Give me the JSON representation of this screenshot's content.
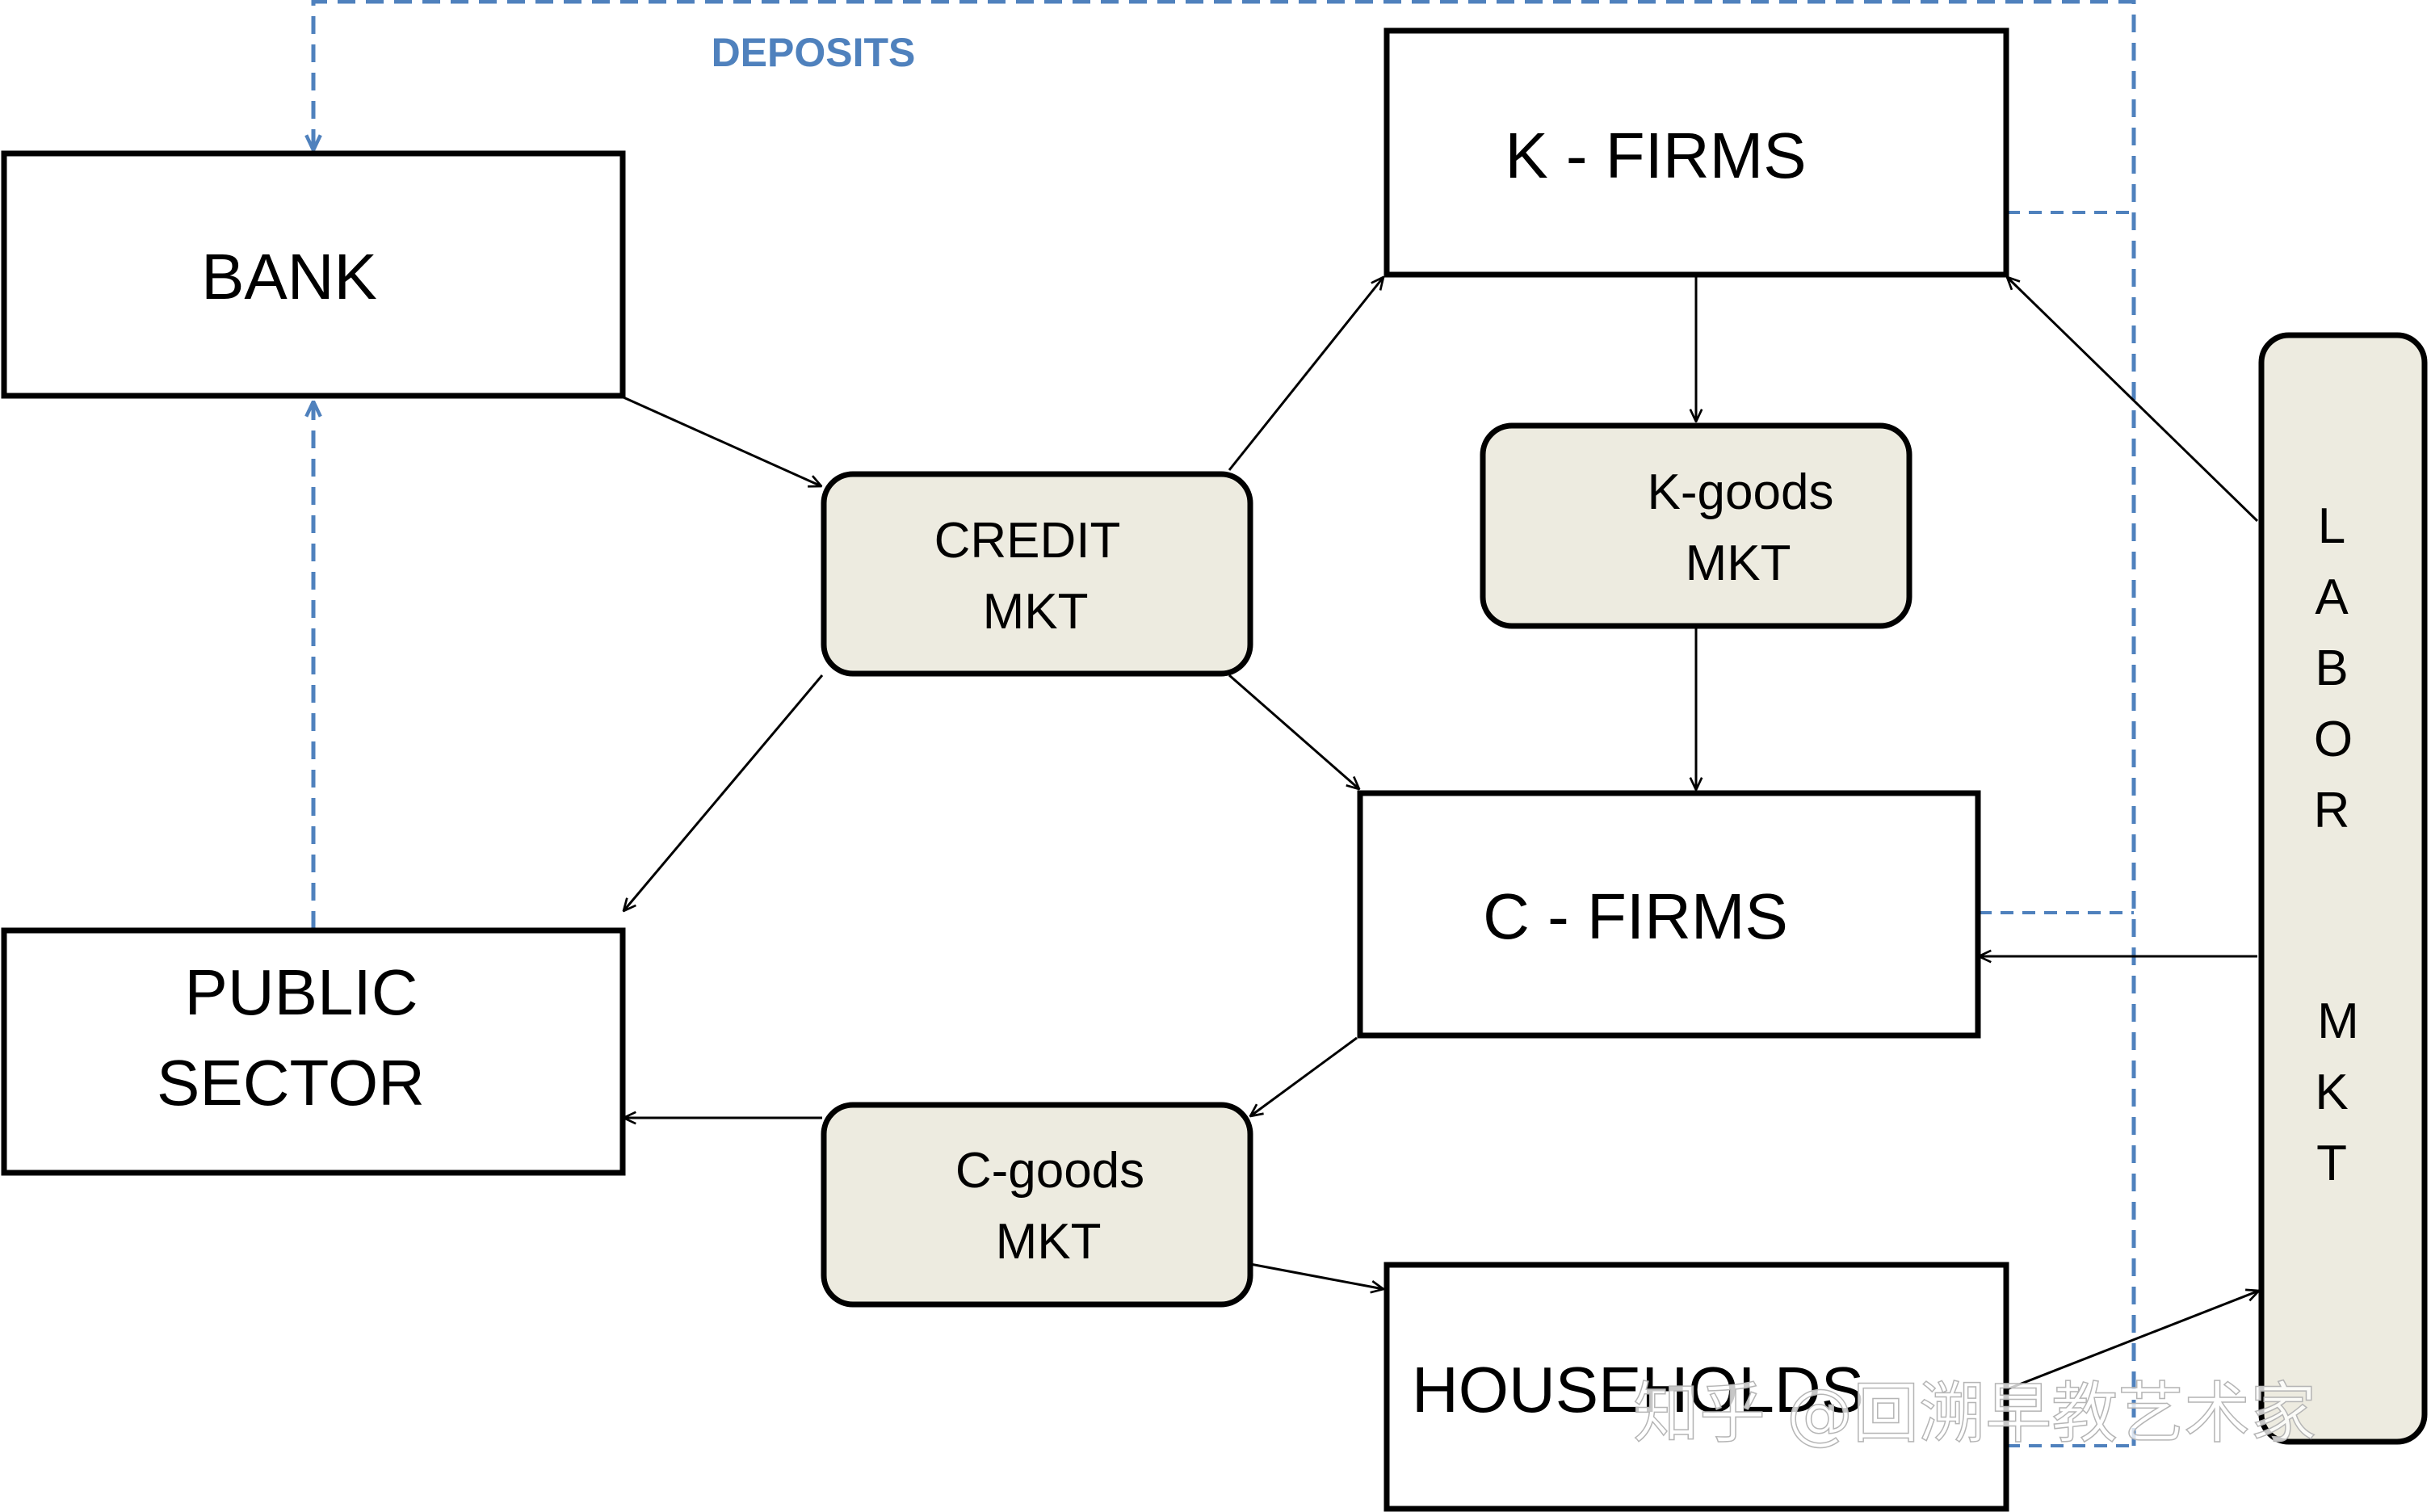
{
  "nodes": {
    "bank": "BANK",
    "k_firms": "K - FIRMS",
    "credit_mkt": [
      "CREDIT",
      "MKT"
    ],
    "k_goods_mkt": [
      "K-goods",
      "MKT"
    ],
    "c_firms": "C - FIRMS",
    "public_sector": [
      "PUBLIC",
      "SECTOR"
    ],
    "c_goods_mkt": [
      "C-goods",
      "MKT"
    ],
    "households": "HOUSEHOLDS",
    "labor_mkt": [
      "L",
      "A",
      "B",
      "O",
      "R",
      "M",
      "K",
      "T"
    ]
  },
  "flows": {
    "deposits_label": "DEPOSITS"
  },
  "watermark": "知乎 @回溯早教艺术家",
  "colors": {
    "box_fill": "#ffffff",
    "market_fill": "#edebe0",
    "outline": "#000000",
    "deposit_flow": "#4f81bd"
  }
}
